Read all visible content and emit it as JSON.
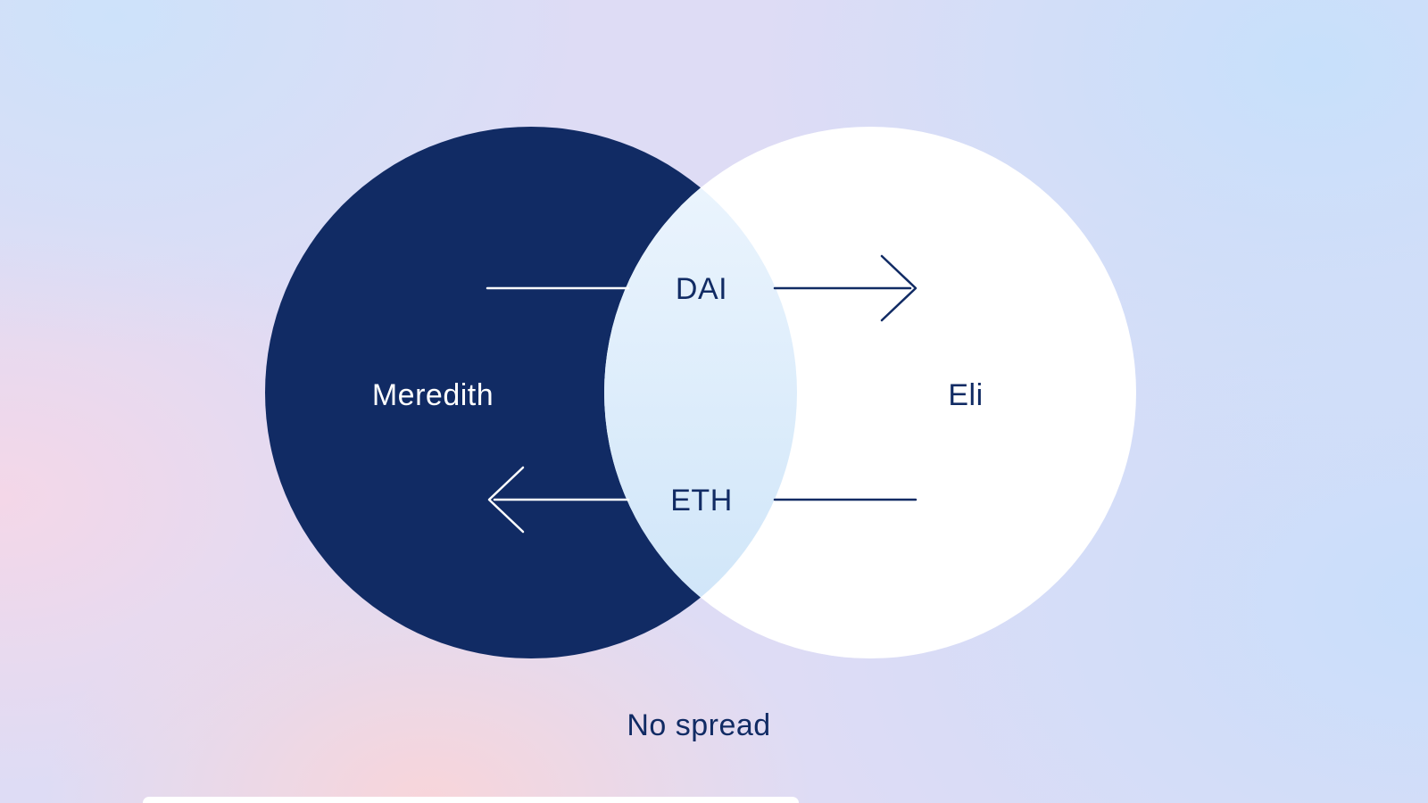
{
  "diagram": {
    "left_circle": {
      "label": "Meredith"
    },
    "right_circle": {
      "label": "Eli"
    },
    "top_arrow": {
      "label": "DAI",
      "direction": "right",
      "from": "Meredith",
      "to": "Eli"
    },
    "bottom_arrow": {
      "label": "ETH",
      "direction": "left",
      "from": "Eli",
      "to": "Meredith"
    },
    "caption": "No spread"
  },
  "colors": {
    "navy": "#112b64",
    "white": "#ffffff",
    "overlap_top": "#eef6fe",
    "overlap_bottom": "#cde4f8"
  }
}
